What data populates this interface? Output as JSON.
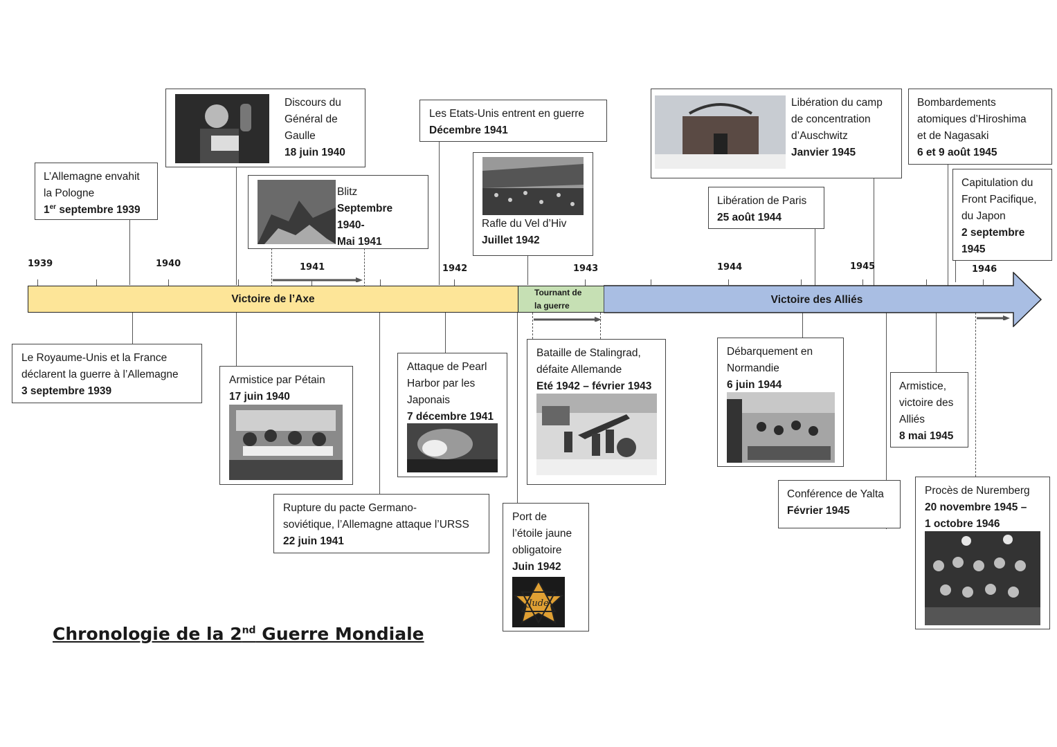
{
  "title": {
    "prefix": "Chronologie de la 2",
    "sup": "nd",
    "suffix": " Guerre Mondiale"
  },
  "years": [
    "1939",
    "1940",
    "1941",
    "1942",
    "1943",
    "1944",
    "1945",
    "1946"
  ],
  "band": {
    "axe": "Victoire de l’Axe",
    "tournant_l1": "Tournant de",
    "tournant_l2": "la guerre",
    "allies": "Victoire des Alliés"
  },
  "colors": {
    "axe": "#fde598",
    "tournant": "#c6e0b4",
    "allies": "#a9bee3"
  },
  "events": {
    "pologne": {
      "l1": "L’Allemagne envahit",
      "l2": "la Pologne",
      "date_sup": "er",
      "date_a": "1",
      "date_b": " septembre 1939"
    },
    "degaulle": {
      "l1": "Discours du",
      "l2": "Général de",
      "l3": "Gaulle",
      "date": "18 juin 1940",
      "icon": "photo-de-gaulle-icon"
    },
    "blitz": {
      "l1": "Blitz",
      "date1": "Septembre 1940-",
      "date2": "Mai 1941",
      "icon": "photo-blitz-icon"
    },
    "usa": {
      "l1": "Les Etats-Unis entrent en guerre",
      "date": "Décembre 1941"
    },
    "veldhiv": {
      "l1": "Rafle du Vel d’Hiv",
      "date": "Juillet 1942",
      "icon": "photo-vel-dhiv-icon"
    },
    "auschwitz": {
      "l1": "Libération du camp",
      "l2": "de concentration",
      "l3": "d’Auschwitz",
      "date": "Janvier 1945",
      "icon": "photo-auschwitz-icon"
    },
    "paris": {
      "l1": "Libération de Paris",
      "date": "25 août 1944"
    },
    "bombes": {
      "l1": "Bombardements",
      "l2": "atomiques d’Hiroshima",
      "l3": "et de Nagasaki",
      "date": "6 et 9 août 1945"
    },
    "japon": {
      "l1": "Capitulation du",
      "l2": "Front Pacifique,",
      "l3": "du Japon",
      "date1": "2 septembre",
      "date2": "1945"
    },
    "declaration": {
      "l1": "Le Royaume-Unis et la France",
      "l2": "déclarent la guerre à l’Allemagne",
      "date": "3 septembre 1939"
    },
    "petain": {
      "l1": "Armistice par Pétain",
      "date": "17 juin 1940",
      "icon": "photo-armistice-icon"
    },
    "urss": {
      "l1": "Rupture du pacte Germano-",
      "l2": "soviétique, l’Allemagne attaque l’URSS",
      "date": "22 juin 1941"
    },
    "pearl": {
      "l1": "Attaque de Pearl",
      "l2": "Harbor par les",
      "l3": "Japonais",
      "date": "7 décembre 1941",
      "icon": "photo-pearl-harbor-icon"
    },
    "etoile": {
      "l1": "Port de",
      "l2": "l’étoile jaune",
      "l3": "obligatoire",
      "date": "Juin 1942",
      "icon": "yellow-star-icon",
      "star_text": "Jude"
    },
    "stalingrad": {
      "l1": "Bataille de Stalingrad,",
      "l2": "défaite Allemande",
      "date": "Eté 1942 – février 1943",
      "icon": "photo-stalingrad-icon"
    },
    "normandie": {
      "l1": "Débarquement en",
      "l2": "Normandie",
      "date": "6 juin 1944",
      "icon": "photo-normandie-icon"
    },
    "yalta": {
      "l1": "Conférence de Yalta",
      "date": "Février 1945"
    },
    "armistice45": {
      "l1": "Armistice,",
      "l2": "victoire des",
      "l3": "Alliés",
      "date": "8 mai 1945"
    },
    "nuremberg": {
      "l1": "Procès de Nuremberg",
      "date1": "20 novembre 1945 –",
      "date2": "1 octobre 1946",
      "icon": "photo-nuremberg-icon"
    }
  }
}
